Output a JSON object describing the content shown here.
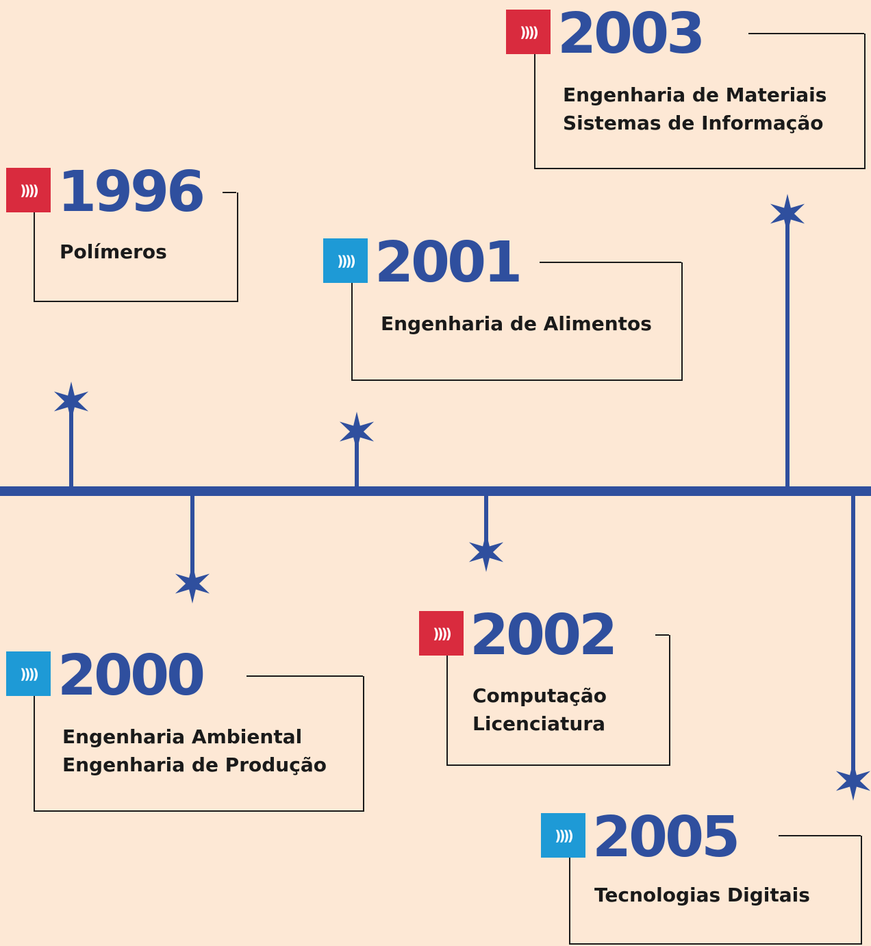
{
  "colors": {
    "background": "#fde8d5",
    "line": "#2f4f9e",
    "year_text": "#2f4f9e",
    "badge_red": "#d92b3e",
    "badge_blue": "#1e9ad6",
    "box_border": "#1a1a1a"
  },
  "badge_icon": "chevrons-right-icon",
  "badge_glyph": "))))",
  "entries": [
    {
      "year": "1996",
      "badge_color": "red",
      "courses": [
        "Polímeros"
      ]
    },
    {
      "year": "2000",
      "badge_color": "blue",
      "courses": [
        "Engenharia Ambiental",
        "Engenharia de Produção"
      ]
    },
    {
      "year": "2001",
      "badge_color": "blue",
      "courses": [
        "Engenharia de Alimentos"
      ]
    },
    {
      "year": "2002",
      "badge_color": "red",
      "courses": [
        "Computação",
        "Licenciatura"
      ]
    },
    {
      "year": "2003",
      "badge_color": "red",
      "courses": [
        "Engenharia de Materiais",
        "Sistemas de Informação"
      ]
    },
    {
      "year": "2005",
      "badge_color": "blue",
      "courses": [
        "Tecnologias Digitais"
      ]
    }
  ]
}
